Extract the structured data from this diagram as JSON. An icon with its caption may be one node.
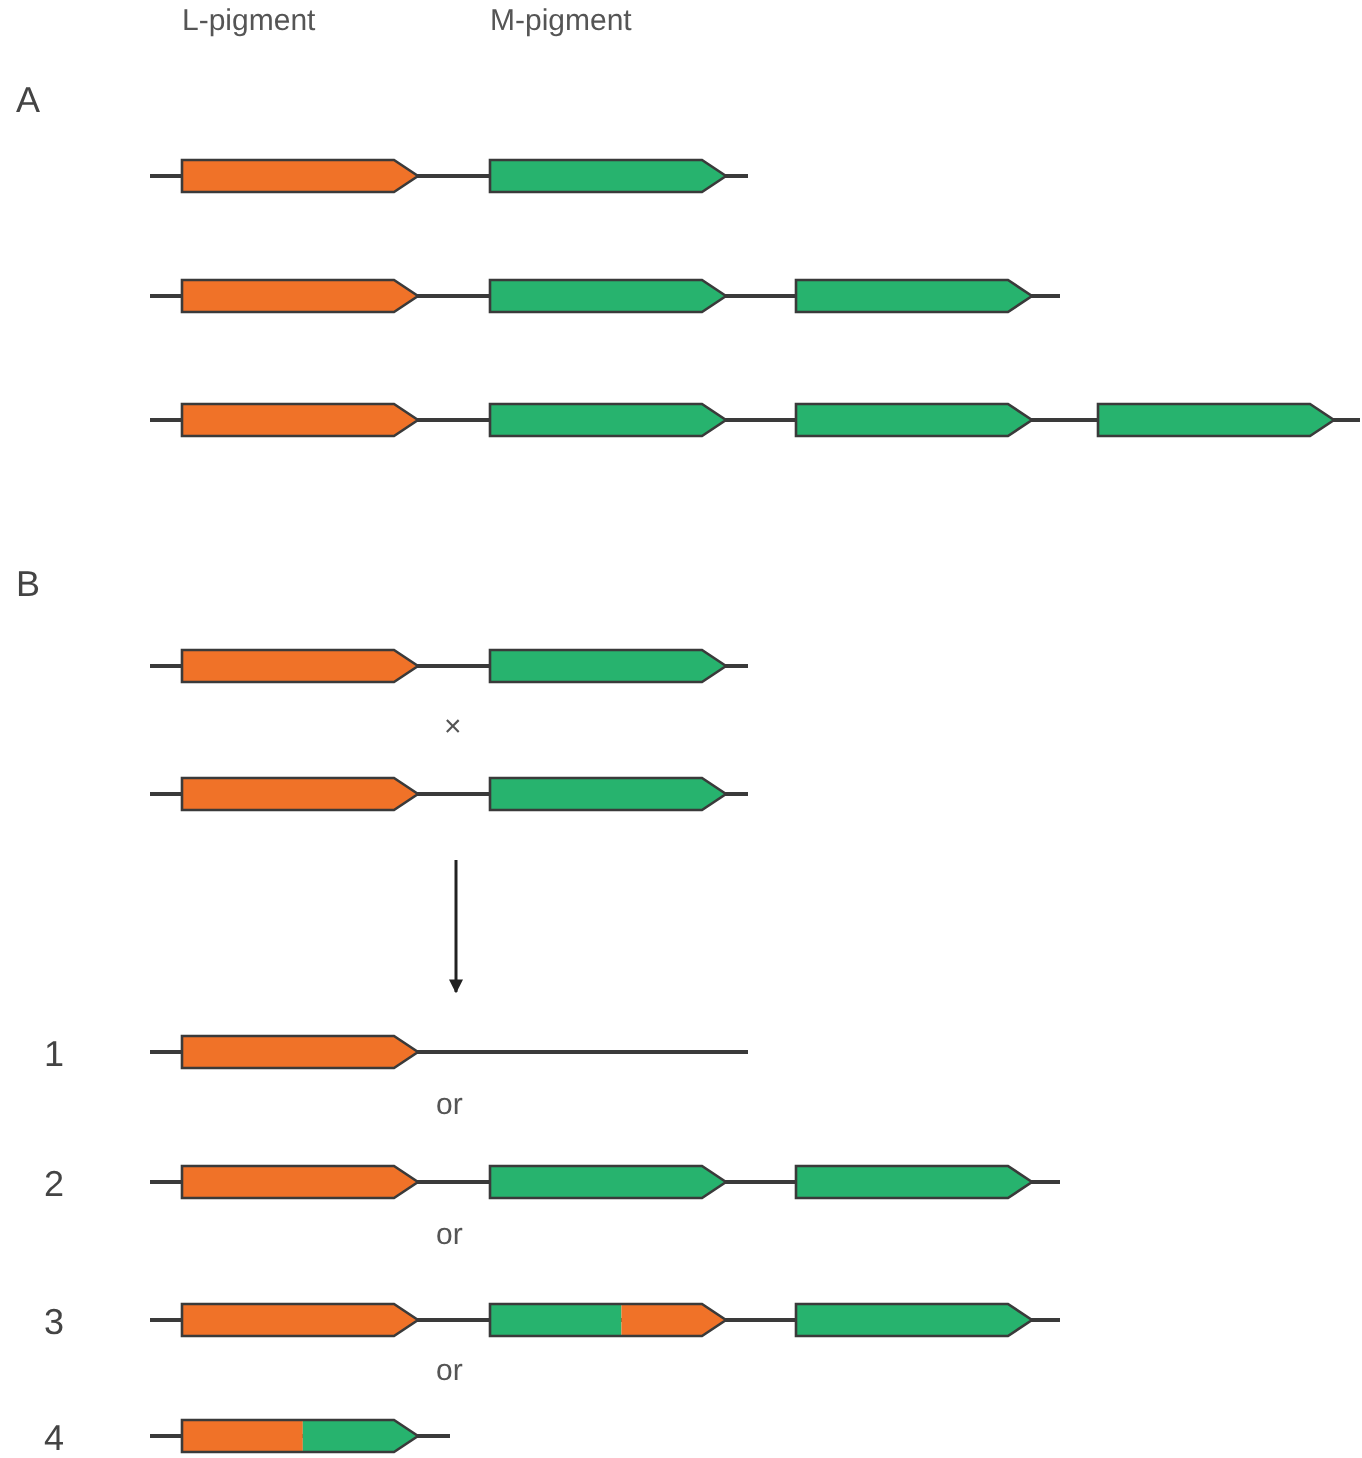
{
  "diagram": {
    "labels": [
      "L-pigment",
      "M-pigment",
      "A",
      "B",
      "×",
      "1",
      "or",
      "2",
      "or",
      "3",
      "or",
      "4"
    ]
  }
}
